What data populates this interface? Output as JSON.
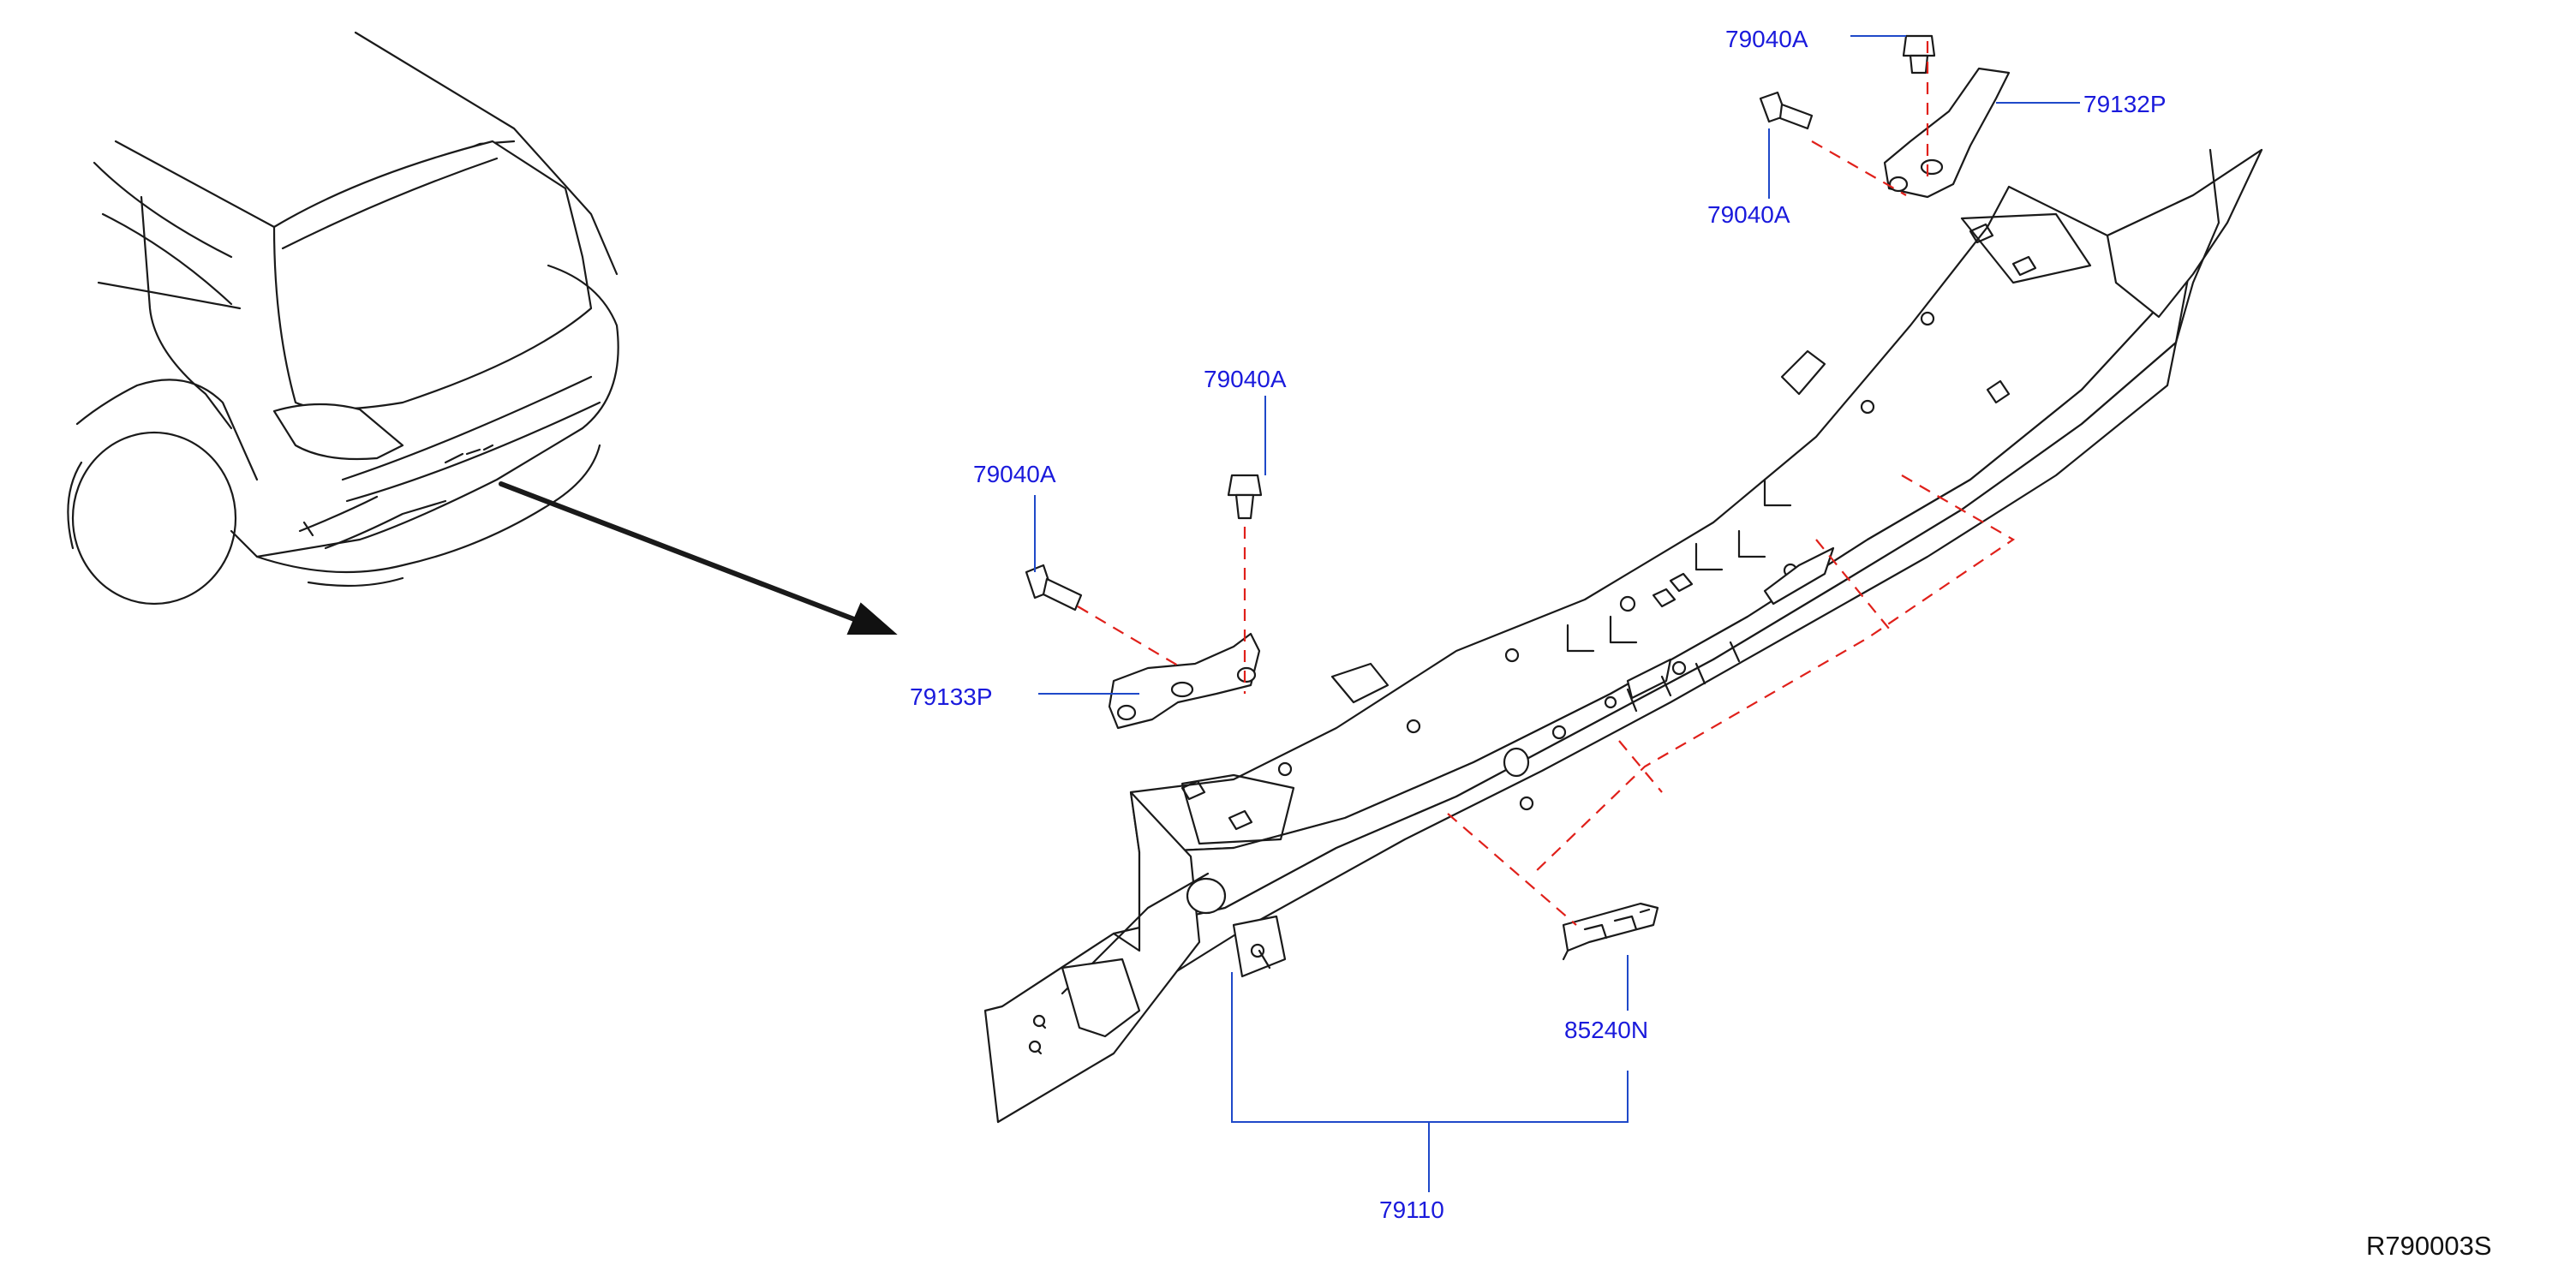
{
  "diagram": {
    "reference_code": "R790003S",
    "colors": {
      "callout_text": "#1a1adc",
      "leader_line": "#1f49c9",
      "dashed_guide": "#e0201a",
      "line_art": "#1a1a1a",
      "background": "#ffffff"
    },
    "callouts": {
      "bolt_top_right_upper": "79040A",
      "bolt_top_right_lower": "79040A",
      "bracket_right": "79132P",
      "bolt_middle_upper": "79040A",
      "bolt_middle_left": "79040A",
      "bracket_left": "79133P",
      "clip": "85240N",
      "main_panel": "79110"
    }
  }
}
